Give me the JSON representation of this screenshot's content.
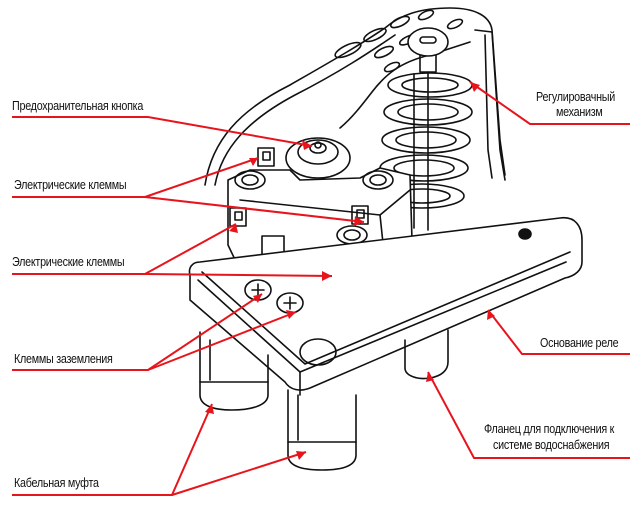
{
  "diagram": {
    "subject": "pressure switch (relay) exploded line drawing",
    "leader_color": "#e8141c",
    "line_color": "#111111",
    "background": "#ffffff"
  },
  "labels": {
    "safety_button": "Предохранительная кнопка",
    "electrical_terminals_1": "Электрические клеммы",
    "electrical_terminals_2": "Электрические клеммы",
    "ground_terminals": "Клеммы заземления",
    "cable_gland": "Кабельная муфта",
    "adjusting_mechanism_line1": "Регулировачный",
    "adjusting_mechanism_line2": "механизм",
    "relay_base": "Основание реле",
    "flange_line1": "Фланец для подключения к",
    "flange_line2": "системе водоснабжения"
  }
}
